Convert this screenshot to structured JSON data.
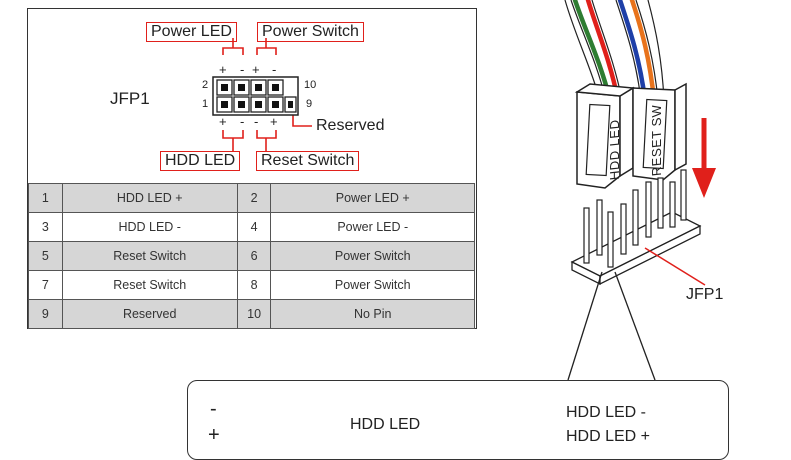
{
  "header_labels": {
    "power_led": "Power LED",
    "power_switch": "Power Switch",
    "hdd_led": "HDD LED",
    "reset_switch": "Reset Switch",
    "reserved": "Reserved",
    "jfp1": "JFP1"
  },
  "pin_numbers": {
    "top_left": "2",
    "bottom_left": "1",
    "top_right": "10",
    "bottom_right": "9"
  },
  "polarity": {
    "plus": "+",
    "minus": "-"
  },
  "pin_table": [
    {
      "pin_a": "1",
      "label_a": "HDD LED +",
      "pin_b": "2",
      "label_b": "Power LED +",
      "shaded": true
    },
    {
      "pin_a": "3",
      "label_a": "HDD LED -",
      "pin_b": "4",
      "label_b": "Power LED -",
      "shaded": false
    },
    {
      "pin_a": "5",
      "label_a": "Reset Switch",
      "pin_b": "6",
      "label_b": "Power Switch",
      "shaded": true
    },
    {
      "pin_a": "7",
      "label_a": "Reset Switch",
      "pin_b": "8",
      "label_b": "Power Switch",
      "shaded": false
    },
    {
      "pin_a": "9",
      "label_a": "Reserved",
      "pin_b": "10",
      "label_b": "No Pin",
      "shaded": true
    }
  ],
  "connector_labels": {
    "hdd_led": "HDD LED",
    "reset_sw": "RESET SW"
  },
  "board_label": "JFP1",
  "callout": {
    "connector": "HDD LED",
    "minus": "-",
    "plus": "+",
    "pin_minus": "HDD LED -",
    "pin_plus": "HDD LED +"
  },
  "colors": {
    "accent_red": "#e0201b",
    "wire_green": "#2e7d32",
    "wire_blue": "#1e3fa8",
    "wire_orange": "#e8731c",
    "table_shade": "#d6d6d6"
  }
}
